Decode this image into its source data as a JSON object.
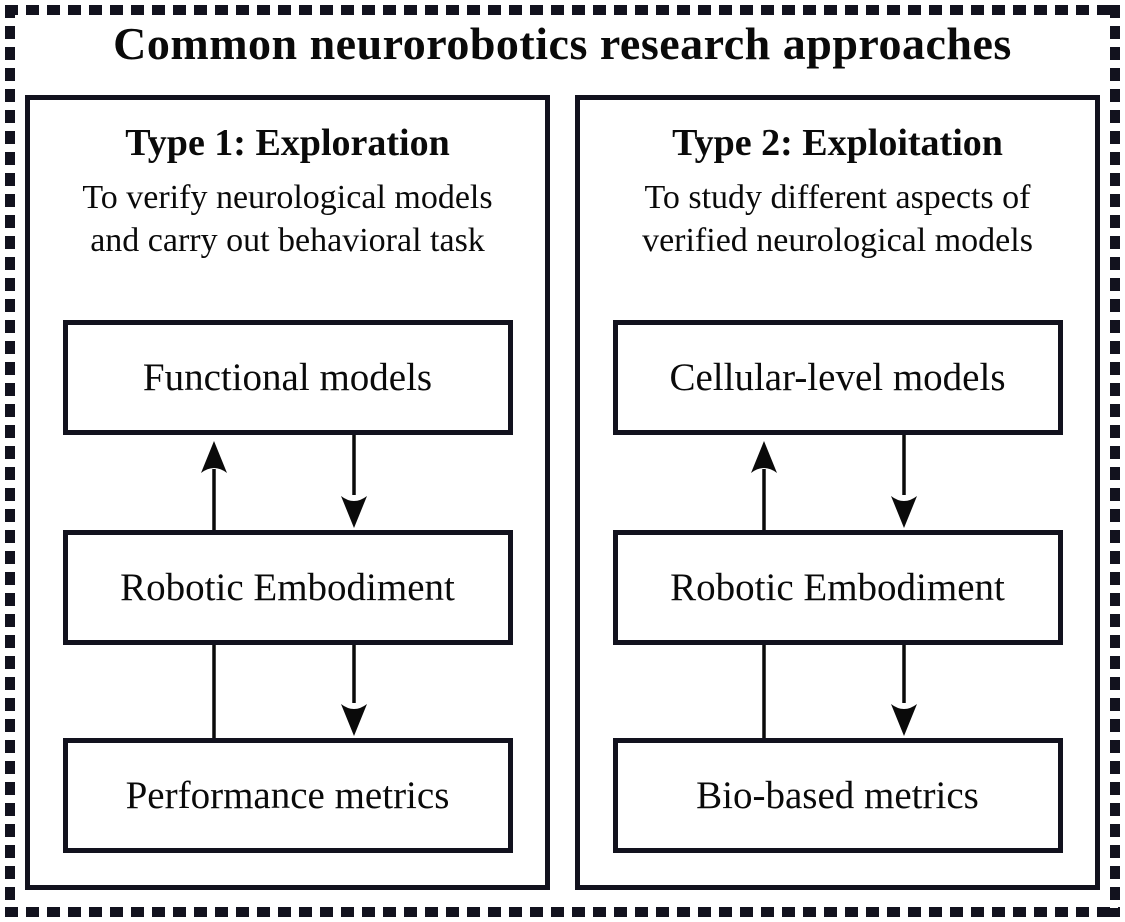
{
  "title": "Common neurorobotics research approaches",
  "panels": [
    {
      "id": "type-1-exploration",
      "heading": "Type 1: Exploration",
      "description_line1": "To verify neurological models",
      "description_line2": "and carry out behavioral task",
      "boxes": [
        "Functional models",
        "Robotic Embodiment",
        "Performance metrics"
      ],
      "connectors": {
        "between_top_and_middle": [
          "up-arrow",
          "down-arrow"
        ],
        "between_middle_and_bottom": [
          "plain-line",
          "down-arrow"
        ]
      }
    },
    {
      "id": "type-2-exploitation",
      "heading": "Type 2: Exploitation",
      "description_line1": "To study different aspects of",
      "description_line2": "verified neurological models",
      "boxes": [
        "Cellular-level models",
        "Robotic Embodiment",
        "Bio-based metrics"
      ],
      "connectors": {
        "between_top_and_middle": [
          "up-arrow",
          "down-arrow"
        ],
        "between_middle_and_bottom": [
          "plain-line",
          "down-arrow"
        ]
      }
    }
  ],
  "colors": {
    "ink": "#12121e",
    "text": "#0a0a0a",
    "background": "#ffffff"
  }
}
